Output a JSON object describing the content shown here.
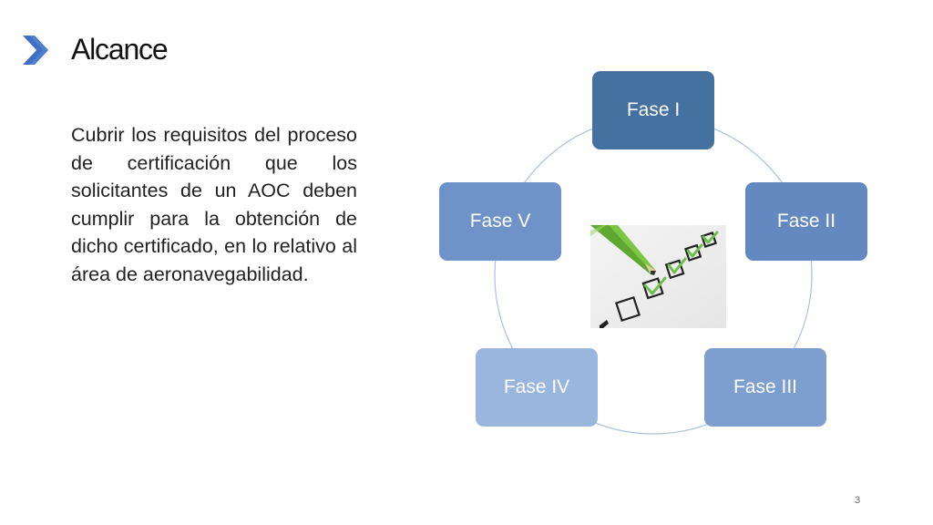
{
  "slide": {
    "title": "Alcance",
    "body": "Cubrir los requisitos del proceso de certificación que los solicitantes de un AOC deben cumplir para la obtención de dicho certificado, en lo relativo al área de aeronavegabilidad.",
    "page_number": "3"
  },
  "cycle": {
    "phases": [
      "Fase I",
      "Fase II",
      "Fase III",
      "Fase IV",
      "Fase V"
    ],
    "colors": [
      "#44719f",
      "#6489c1",
      "#7d9fd0",
      "#9bb6de",
      "#6f93c8"
    ],
    "center_image": "pencil-checklist-icon"
  },
  "colors": {
    "accent": "#3f6fc2",
    "ring": "#a9c3d8"
  }
}
